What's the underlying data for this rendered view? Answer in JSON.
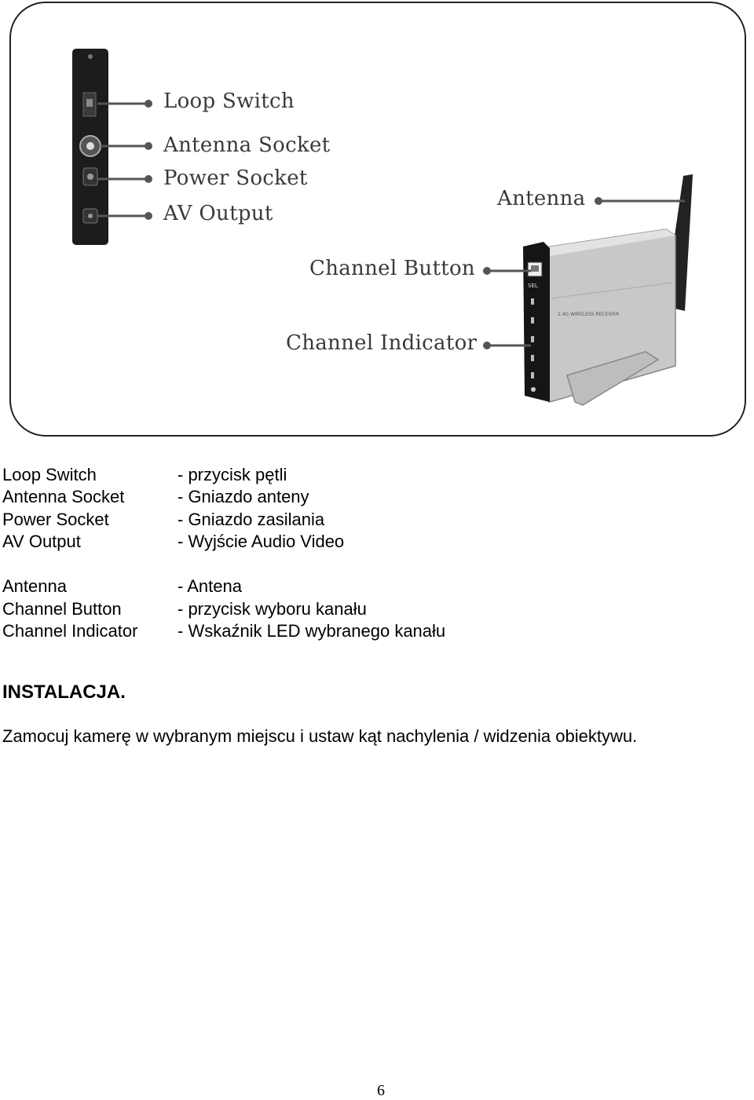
{
  "figure": {
    "callouts_left": {
      "loop_switch": "Loop Switch",
      "antenna_socket": "Antenna Socket",
      "power_socket": "Power Socket",
      "av_output": "AV Output"
    },
    "callouts_right": {
      "antenna": "Antenna",
      "channel_button": "Channel Button",
      "channel_indicator": "Channel Indicator"
    }
  },
  "legend_group_1": [
    {
      "term": "Loop Switch",
      "desc": "- przycisk pętli"
    },
    {
      "term": "Antenna Socket",
      "desc": "- Gniazdo anteny"
    },
    {
      "term": "Power Socket",
      "desc": "- Gniazdo zasilania"
    },
    {
      "term": "AV Output",
      "desc": "- Wyjście Audio Video"
    }
  ],
  "legend_group_2": [
    {
      "term": "Antenna",
      "desc": "- Antena"
    },
    {
      "term": "Channel Button",
      "desc": "- przycisk wyboru kanału"
    },
    {
      "term": "Channel Indicator",
      "desc": "- Wskaźnik LED wybranego kanału"
    }
  ],
  "section": {
    "heading": "INSTALACJA.",
    "paragraph": "Zamocuj kamerę w wybranym miejscu i ustaw kąt nachylenia / widzenia obiektywu."
  },
  "page_number": "6"
}
